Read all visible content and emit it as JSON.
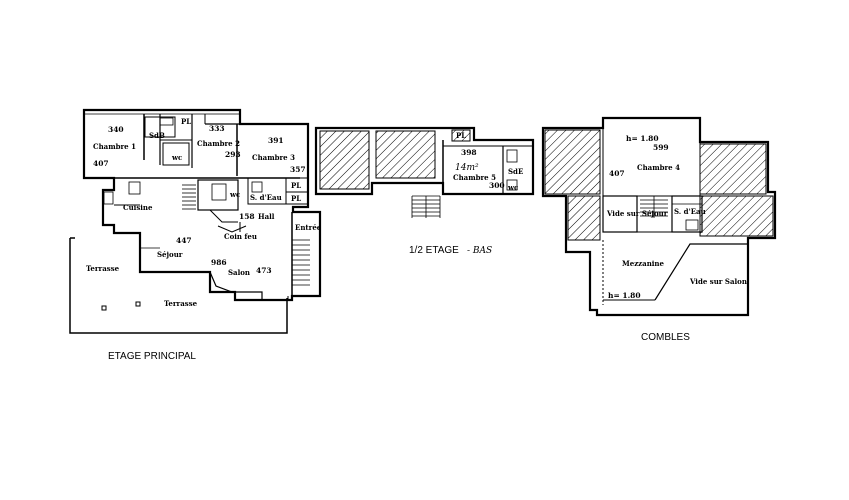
{
  "captions": {
    "etage_principal": "ETAGE PRINCIPAL",
    "demi_etage": "1/2 ETAGE",
    "demi_etage_note": "- BAS",
    "combles": "COMBLES"
  },
  "rooms": {
    "chambre1": "Chambre 1",
    "sdb": "SdB",
    "pl1": "PL",
    "chambre2": "Chambre 2",
    "wc1": "wc",
    "chambre3": "Chambre 3",
    "sdeau1": "S. d'Eau",
    "pl2": "PL",
    "pl3": "PL",
    "cuisine": "Cuisine",
    "wc2": "wc",
    "hall": "Hall",
    "entree": "Entrée",
    "coin_feu": "Coin feu",
    "sejour": "Séjour",
    "salon": "Salon",
    "terrasse1": "Terrasse",
    "terrasse2": "Terrasse",
    "chambre5": "Chambre 5",
    "sde2": "SdE",
    "wc3": "wc",
    "pl4": "PL",
    "chambre4": "Chambre 4",
    "vide_sejour": "Vide sur Séjour",
    "sdeau2": "S. d'Eau",
    "mezzanine": "Mezzanine",
    "vide_salon": "Vide sur Salon"
  },
  "dimensions": {
    "c1_w": "340",
    "c1_h": "407",
    "c2_w": "333",
    "c2_h": "293",
    "c3_w": "391",
    "c3_h": "357",
    "hall": "158",
    "sejour_h": "447",
    "sejour_w": "986",
    "salon": "473",
    "c5_w": "398",
    "c5_h": "300",
    "c5_area": "14m²",
    "c4_w": "599",
    "c4_h": "407",
    "h1": "h= 1.80",
    "h2": "h= 1.80"
  }
}
